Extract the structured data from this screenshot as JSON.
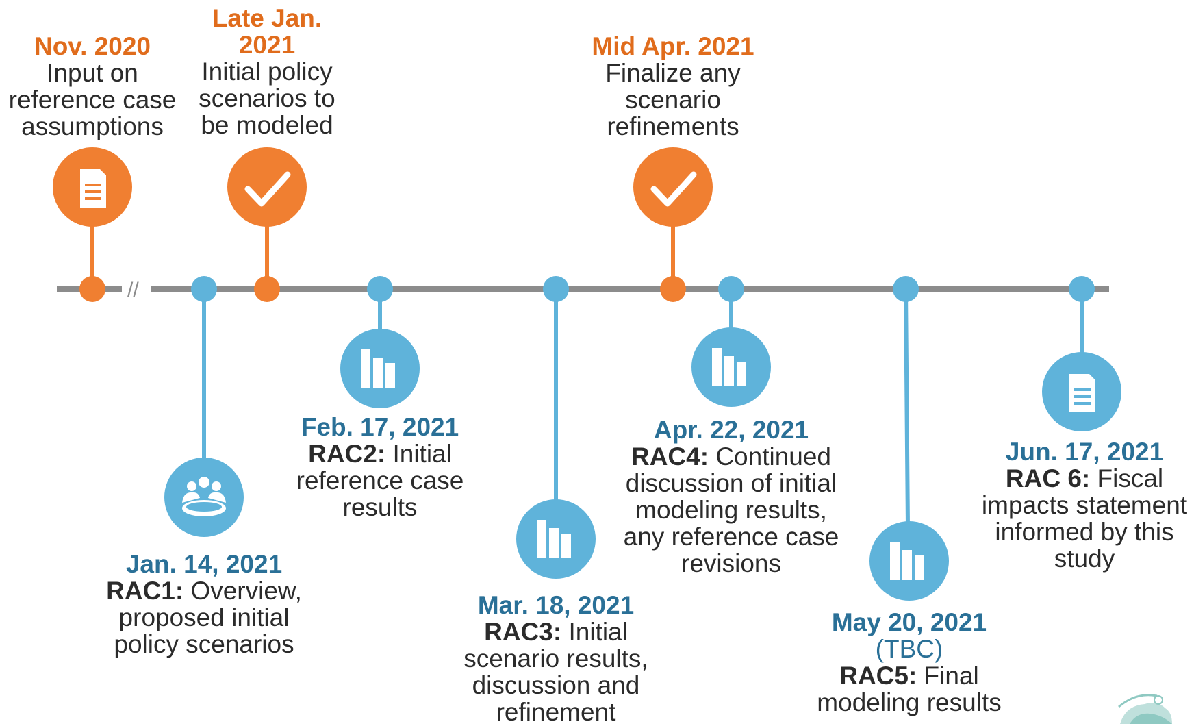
{
  "colors": {
    "orange": "#f07f31",
    "orange_text": "#e06c1c",
    "blue": "#5fb3da",
    "blue_text": "#2a7097",
    "axis": "#8c8c8c"
  },
  "axis_break": "//",
  "events_above": [
    {
      "date": "Nov. 2020",
      "desc": "Input on\nreference case\nassumptions",
      "icon": "document-icon"
    },
    {
      "date": "Late Jan.\n2021",
      "desc": "Initial policy\nscenarios to\nbe modeled",
      "icon": "checkmark-icon"
    },
    {
      "date": "Mid Apr. 2021",
      "desc": "Finalize any\nscenario\nrefinements",
      "icon": "checkmark-icon"
    }
  ],
  "events_below": [
    {
      "date": "Jan. 14, 2021",
      "rac": "RAC1:",
      "desc": " Overview,\nproposed initial\npolicy scenarios",
      "icon": "people-icon"
    },
    {
      "date": "Feb. 17, 2021",
      "rac": "RAC2:",
      "desc": " Initial\nreference case\nresults",
      "icon": "bar-chart-icon"
    },
    {
      "date": "Mar. 18, 2021",
      "rac": "RAC3:",
      "desc": " Initial\nscenario results,\ndiscussion and\nrefinement",
      "icon": "bar-chart-icon"
    },
    {
      "date": "Apr. 22, 2021",
      "rac": "RAC4:",
      "desc": " Continued\ndiscussion of initial\nmodeling results,\nany reference case\nrevisions",
      "icon": "bar-chart-icon"
    },
    {
      "date": "May 20, 2021",
      "tbc": "(TBC)",
      "rac": "RAC5:",
      "desc": " Final\nmodeling results",
      "icon": "bar-chart-icon"
    },
    {
      "date": "Jun. 17, 2021",
      "rac": "RAC 6:",
      "desc": " Fiscal\nimpacts statement\ninformed by this\nstudy",
      "icon": "document-icon"
    }
  ]
}
